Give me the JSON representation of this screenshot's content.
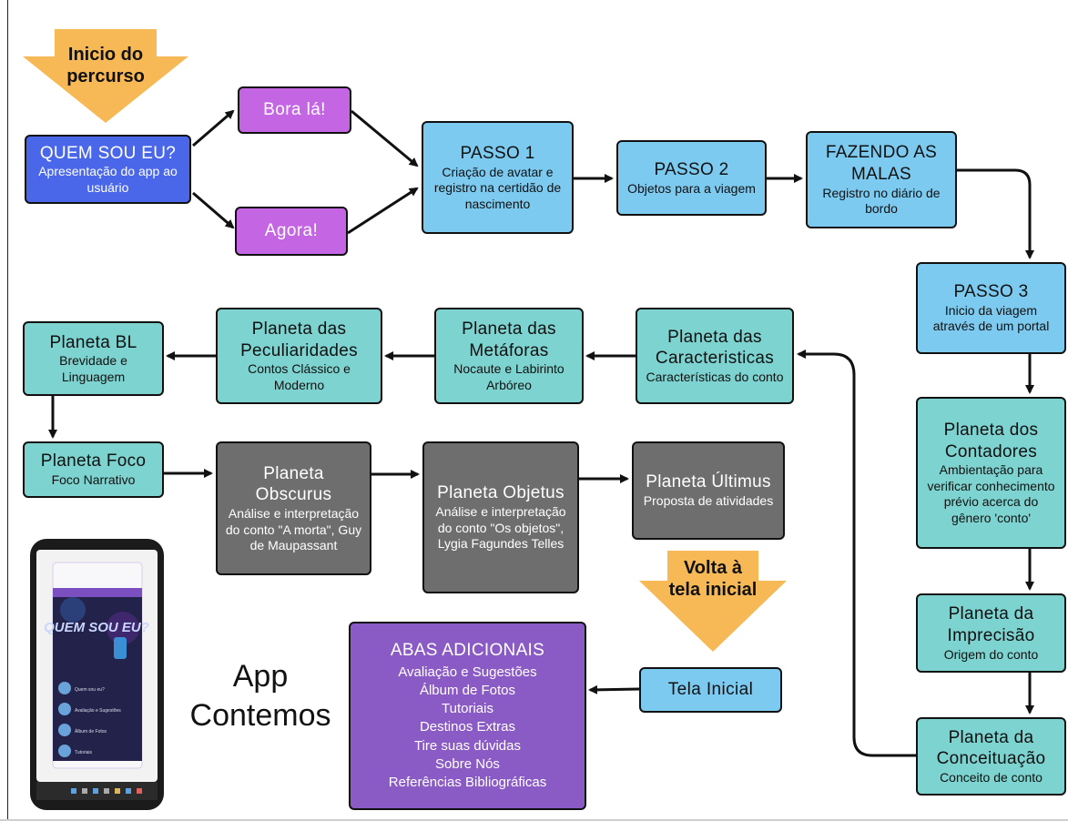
{
  "colors": {
    "teal": "#7dd3d0",
    "sky": "#7ccaf0",
    "blue": "#4a67ea",
    "pink": "#c466e4",
    "dark_gray": "#6e6e6e",
    "purple": "#8a5bc4",
    "orange": "#f7b955",
    "line": "#111111"
  },
  "start_marker": {
    "label": "Inicio do percurso"
  },
  "return_marker": {
    "label": "Volta à tela inicial"
  },
  "nodes": {
    "quem_sou_eu": {
      "title": "QUEM SOU EU?",
      "text": "Apresentação do app ao usuário"
    },
    "bora_la": {
      "title": "Bora lá!"
    },
    "agora": {
      "title": "Agora!"
    },
    "passo1": {
      "title": "PASSO 1",
      "text": "Criação de avatar e registro na certidão de nascimento"
    },
    "passo2": {
      "title": "PASSO 2",
      "text": "Objetos para a viagem"
    },
    "fazendo_malas": {
      "title": "FAZENDO AS MALAS",
      "text": "Registro no diário de bordo"
    },
    "passo3": {
      "title": "PASSO 3",
      "text": "Inicio da viagem através de um portal"
    },
    "contadores": {
      "title": "Planeta dos Contadores",
      "text": "Ambientação para verificar conhecimento prévio acerca do gênero 'conto'"
    },
    "imprecisao": {
      "title": "Planeta da Imprecisão",
      "text": "Origem do conto"
    },
    "conceituacao": {
      "title": "Planeta da Conceituação",
      "text": "Conceito de conto"
    },
    "caracteristicas": {
      "title": "Planeta das Caracteristicas",
      "text": "Características do conto"
    },
    "metaforas": {
      "title": "Planeta das Metáforas",
      "text": "Nocaute e Labirinto Arbóreo"
    },
    "peculiaridades": {
      "title": "Planeta das Peculiaridades",
      "text": "Contos Clássico e Moderno"
    },
    "bl": {
      "title": "Planeta BL",
      "text": "Brevidade e Linguagem"
    },
    "foco": {
      "title": "Planeta Foco",
      "text": "Foco Narrativo"
    },
    "obscurus": {
      "title": "Planeta Obscurus",
      "text": "Análise e interpretação do conto \"A morta\", Guy de Maupassant"
    },
    "objetus": {
      "title": "Planeta Objetus",
      "text": "Análise e interpretação do conto \"Os objetos\", Lygia Fagundes Telles"
    },
    "ultimus": {
      "title": "Planeta Últimus",
      "text": "Proposta de atividades"
    },
    "tela_inicial": {
      "title": "Tela Inicial"
    },
    "abas": {
      "title": "ABAS ADICIONAIS",
      "items": [
        "Avaliação e Sugestões",
        "Álbum de Fotos",
        "Tutoriais",
        "Destinos Extras",
        "Tire suas dúvidas",
        "Sobre Nós",
        "Referências Bibliográficas"
      ]
    }
  },
  "app_label": {
    "line1": "App",
    "line2": "Contemos"
  },
  "phone": {
    "screen_title": "QUEM SOU EU?",
    "menu_items": [
      "Quem sou eu?",
      "Avaliação e Sugestões",
      "Álbum de Fotos",
      "Tutoriais"
    ]
  }
}
